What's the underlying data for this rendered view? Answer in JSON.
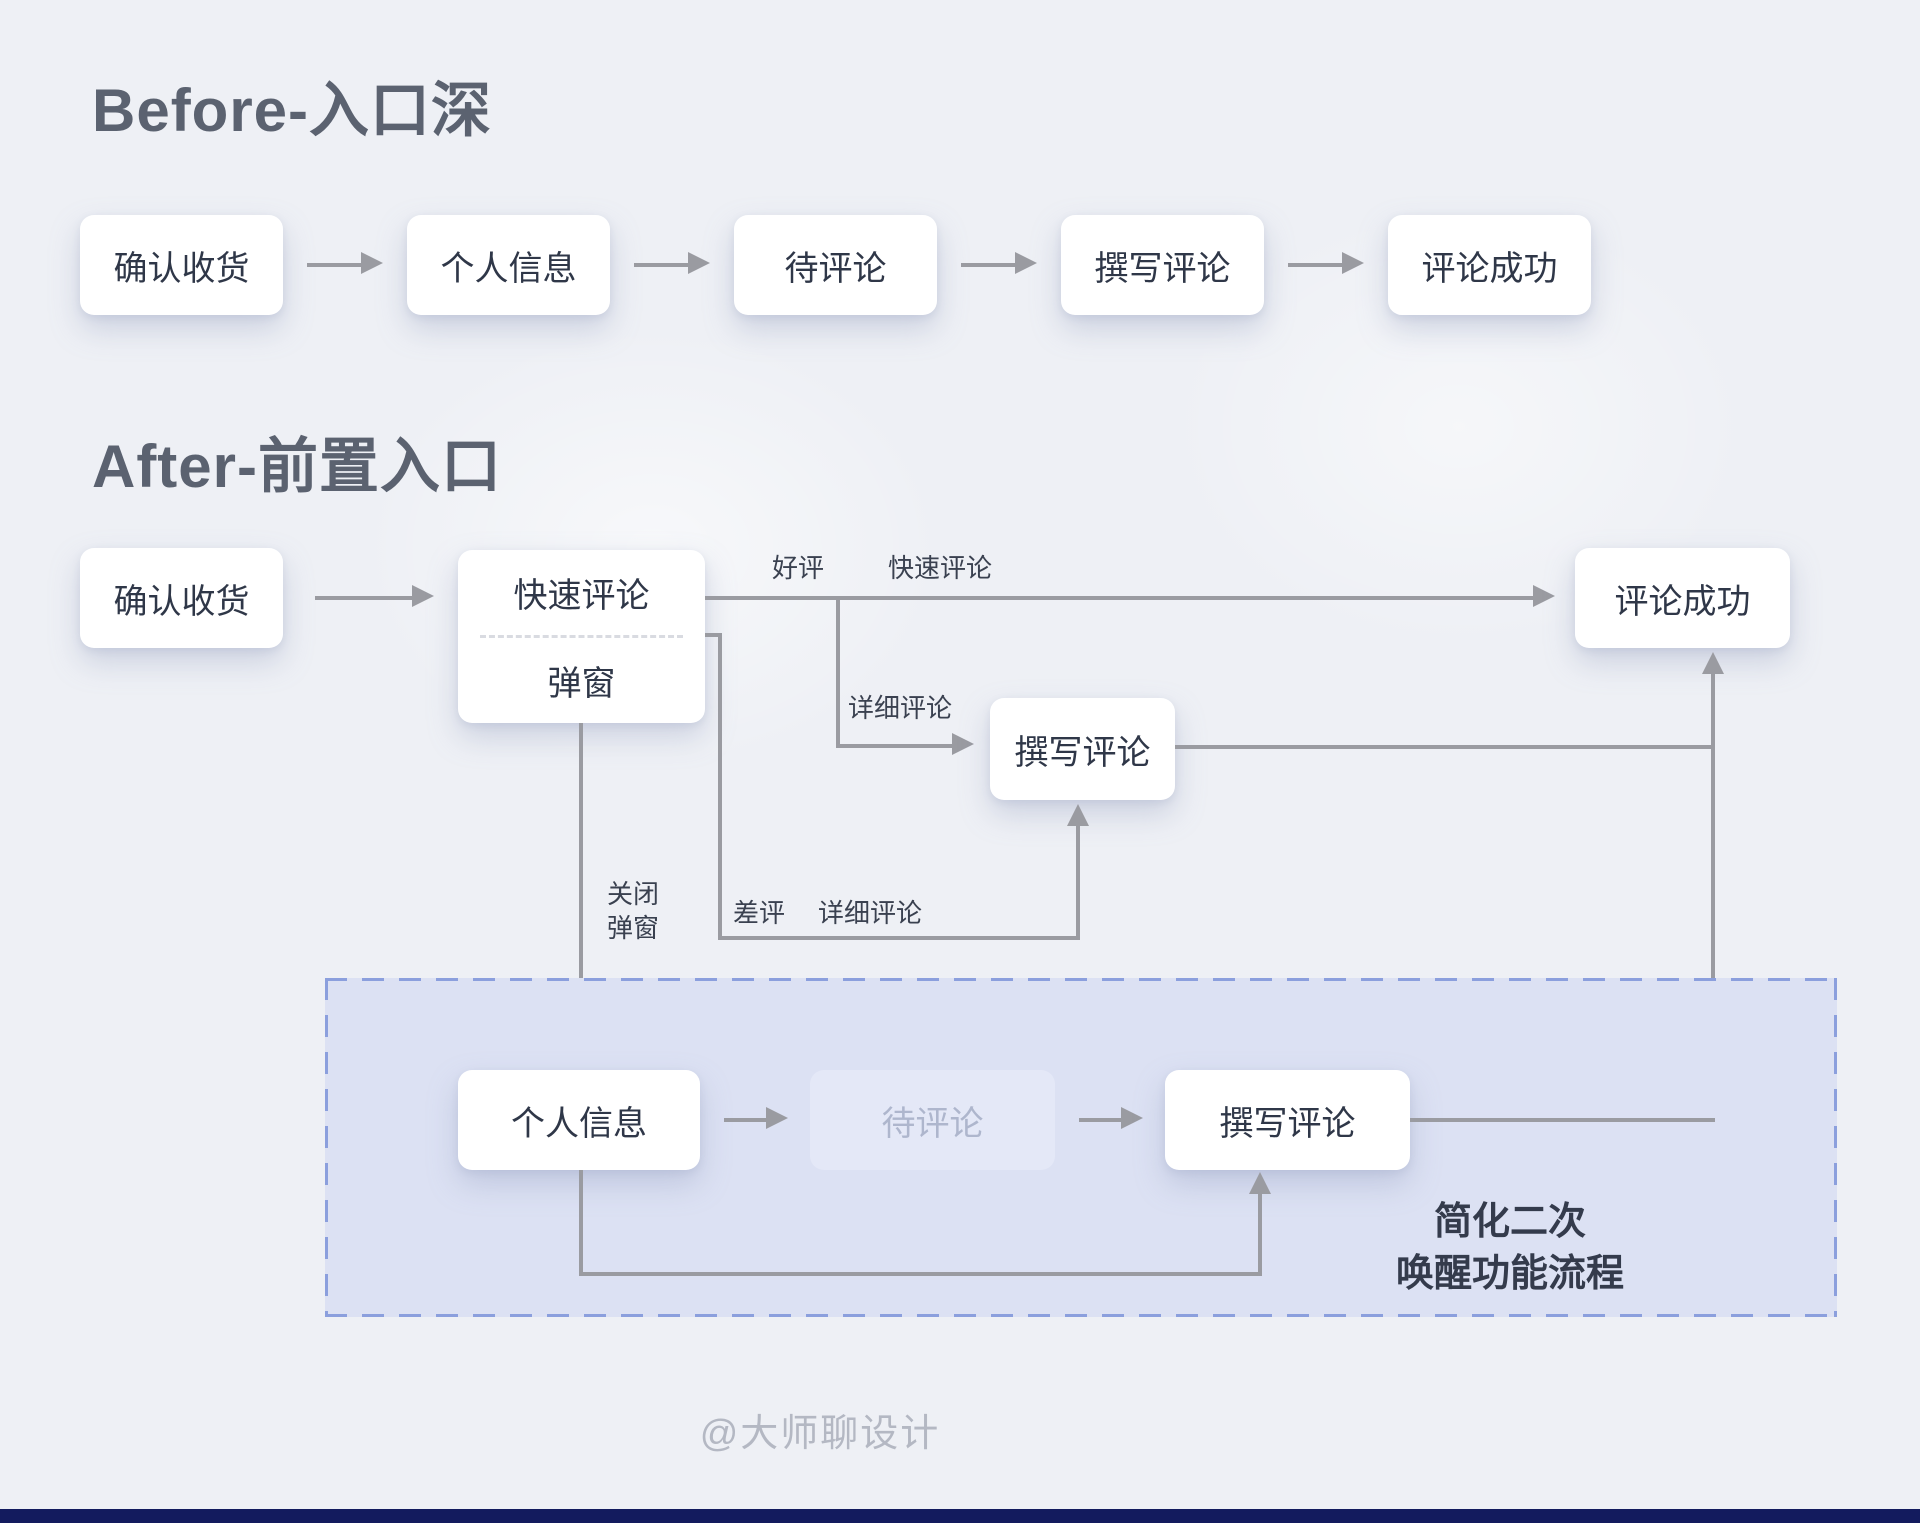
{
  "titles": {
    "before": "Before-入口深",
    "after": "After-前置入口"
  },
  "before_flow": {
    "nodes": [
      "确认收货",
      "个人信息",
      "待评论",
      "撰写评论",
      "评论成功"
    ]
  },
  "after_flow": {
    "confirm": "确认收货",
    "popup": {
      "title": "快速评论",
      "subtitle": "弹窗"
    },
    "success": "评论成功",
    "write_review": "撰写评论",
    "labels": {
      "good": "好评",
      "quick": "快速评论",
      "detail_mid": "详细评论",
      "bad": "差评",
      "detail_low": "详细评论",
      "close_line1": "关闭",
      "close_line2": "弹窗"
    }
  },
  "panel": {
    "nodes": {
      "profile": "个人信息",
      "pending": "待评论",
      "write": "撰写评论"
    },
    "caption_line1": "简化二次",
    "caption_line2": "唤醒功能流程"
  },
  "footer": {
    "credit": "@大师聊设计"
  },
  "colors": {
    "background": "#eef0f5",
    "node_fill": "#ffffff",
    "node_text": "#2f3748",
    "title_text": "#5b6270",
    "connector": "#9a9ba1",
    "panel_fill": "#dce1f3",
    "panel_dash": "#8b9fdd",
    "ghost_fill": "#e4e8f7",
    "ghost_text": "#aeb6cd",
    "bottom_bar": "#131b5e"
  }
}
